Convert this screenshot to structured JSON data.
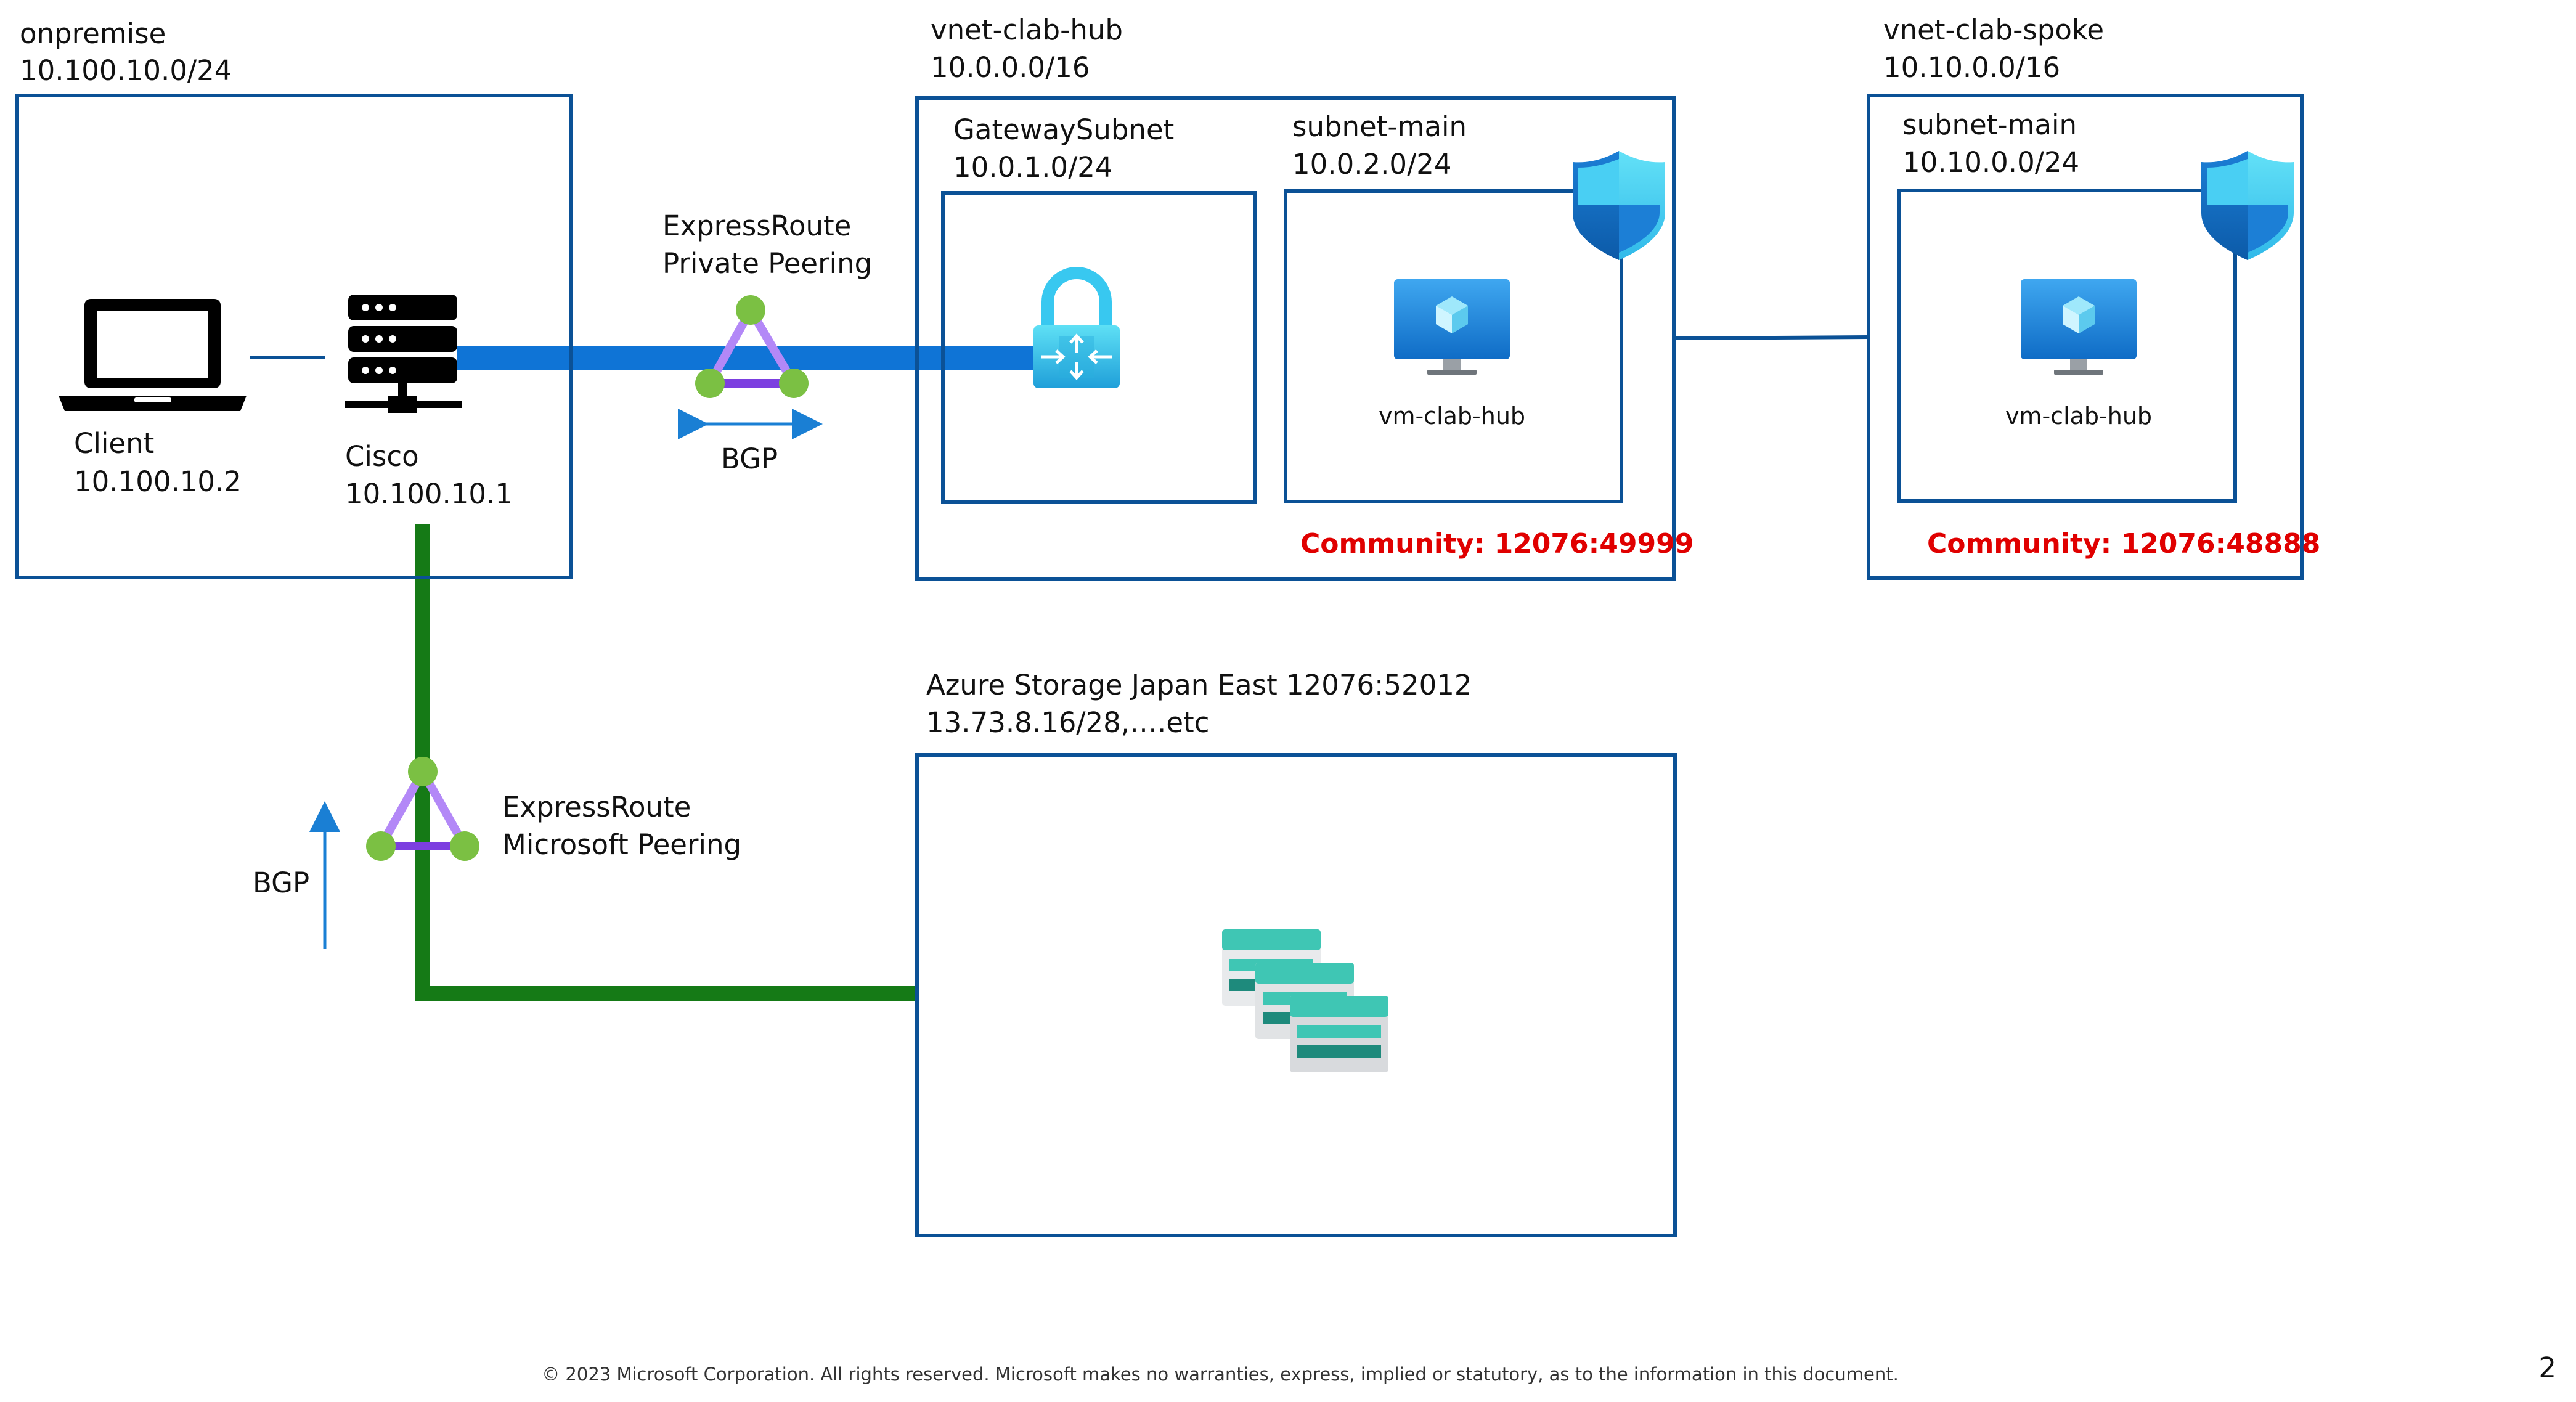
{
  "colors": {
    "box_border": "#0b5196",
    "private_link": "#0f74d6",
    "microsoft_link": "#157a16",
    "community_text": "#e00000",
    "bgp_arrow": "#1a7fd4",
    "router_purple": "#8a52e8",
    "router_node_green": "#7bc043"
  },
  "onpremise": {
    "name": "onpremise",
    "cidr": "10.100.10.0/24",
    "client": {
      "name": "Client",
      "ip": "10.100.10.2",
      "icon": "laptop-icon"
    },
    "router": {
      "name": "Cisco",
      "ip": "10.100.10.1",
      "icon": "server-icon"
    }
  },
  "private_peering": {
    "line1": "ExpressRoute",
    "line2": "Private Peering",
    "bgp_label": "BGP",
    "icon": "expressroute-icon"
  },
  "microsoft_peering": {
    "line1": "ExpressRoute",
    "line2": "Microsoft Peering",
    "bgp_label": "BGP",
    "icon": "expressroute-icon"
  },
  "hub": {
    "name": "vnet-clab-hub",
    "cidr": "10.0.0.0/16",
    "gateway_subnet": {
      "name": "GatewaySubnet",
      "cidr": "10.0.1.0/24",
      "icon": "vpn-gateway-icon"
    },
    "subnet_main": {
      "name": "subnet-main",
      "cidr": "10.0.2.0/24",
      "vm_name": "vm-clab-hub",
      "icon": "virtual-machine-icon"
    },
    "community": "Community: 12076:49999"
  },
  "spoke": {
    "name": "vnet-clab-spoke",
    "cidr": "10.10.0.0/16",
    "subnet_main": {
      "name": "subnet-main",
      "cidr": "10.10.0.0/24",
      "vm_name": "vm-clab-hub",
      "icon": "virtual-machine-icon"
    },
    "community": "Community: 12076:48888"
  },
  "storage": {
    "line1": "Azure Storage Japan East 12076:52012",
    "line2": "13.73.8.16/28,….etc",
    "icon": "storage-accounts-icon"
  },
  "footer": "© 2023 Microsoft Corporation. All rights reserved. Microsoft makes no warranties, express, implied or statutory, as to the information in this document.",
  "page_number": "2"
}
